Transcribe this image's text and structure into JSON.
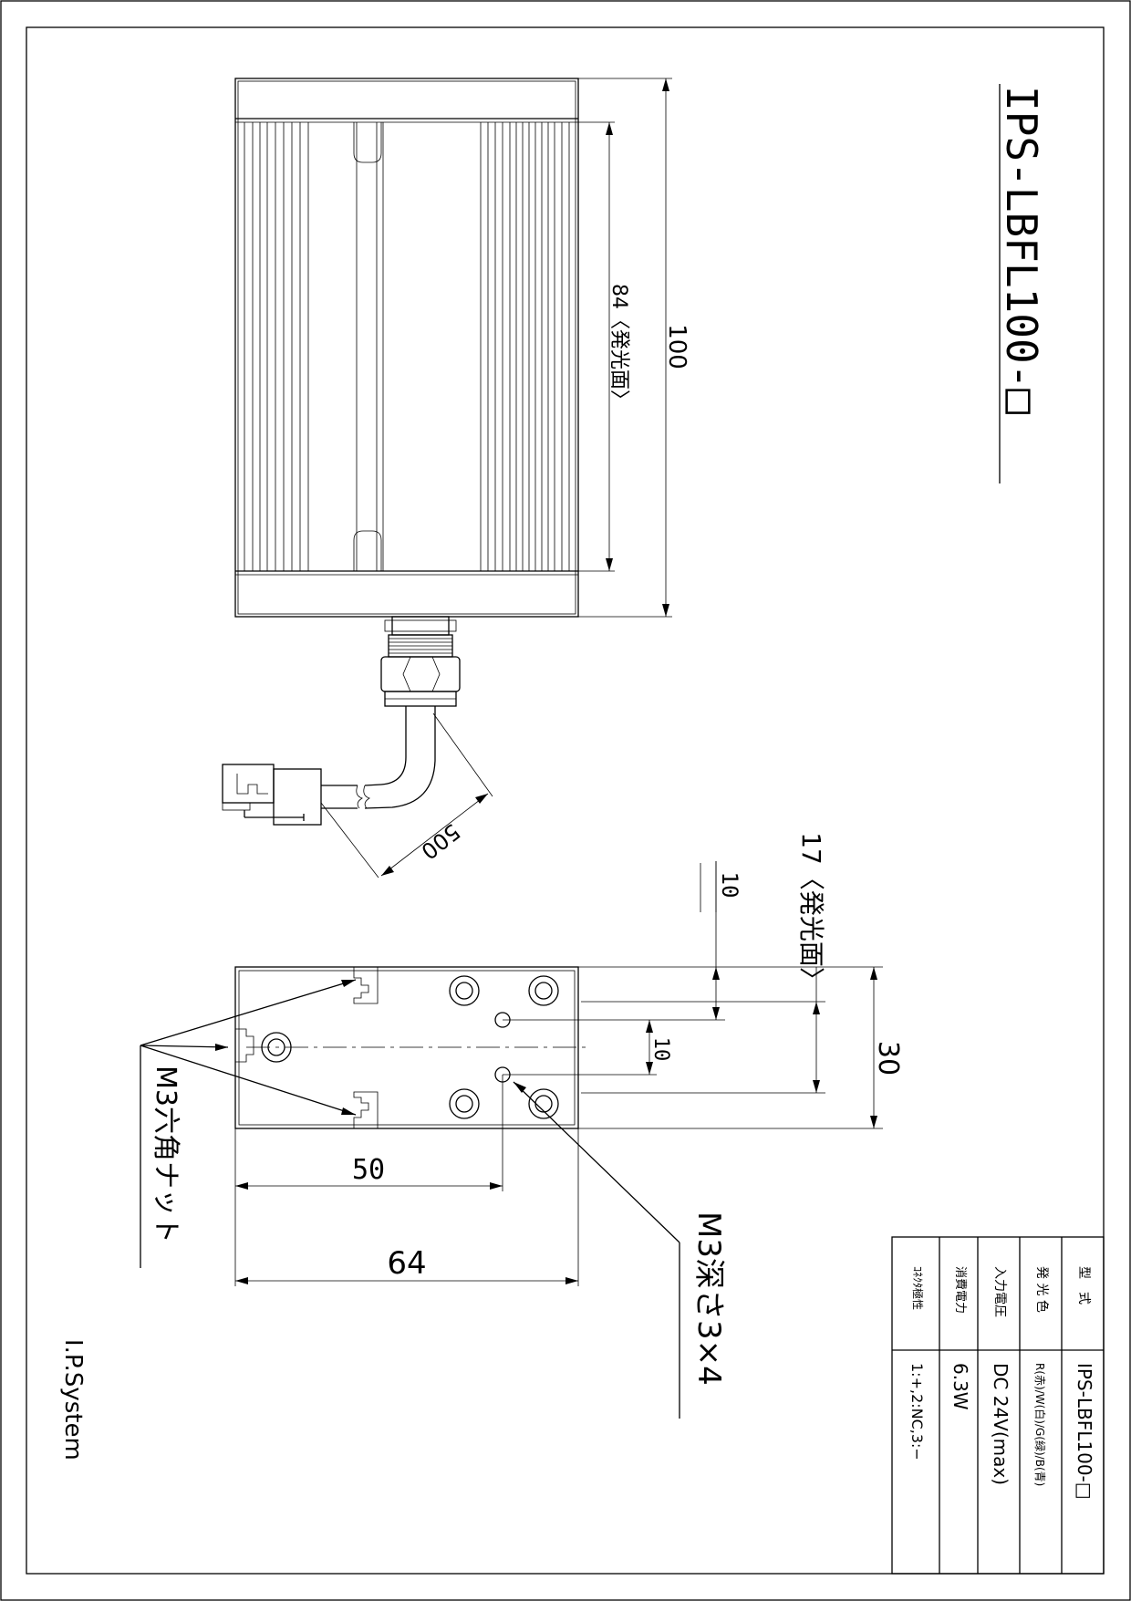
{
  "title_block": {
    "model": "IPS-LBFL100-□",
    "company": "I.P.System"
  },
  "dimensions": {
    "length_total": "100",
    "emitting_length": "84〈発光面〉",
    "cable_length": "500",
    "width_total": "30",
    "emitting_width": "17〈発光面〉",
    "pitch_top": "10",
    "pitch_mid": "10",
    "depth_50": "50",
    "depth_64": "64"
  },
  "callouts": {
    "tap_holes": "M3深さ3×4",
    "hex_nut": "M3六角ナット"
  },
  "spec_table": {
    "rows": [
      {
        "label": "型　式",
        "value": "IPS-LBFL100-□"
      },
      {
        "label": "発 光 色",
        "value": "R(赤)/W(白)/G(緑)/B(青)"
      },
      {
        "label": "入力電圧",
        "value": "DC 24V(max)"
      },
      {
        "label": "消費電力",
        "value": "6.3W"
      },
      {
        "label": "ｺﾈｸﾀ極性",
        "value": "1:+,2:NC,3:−"
      }
    ]
  }
}
